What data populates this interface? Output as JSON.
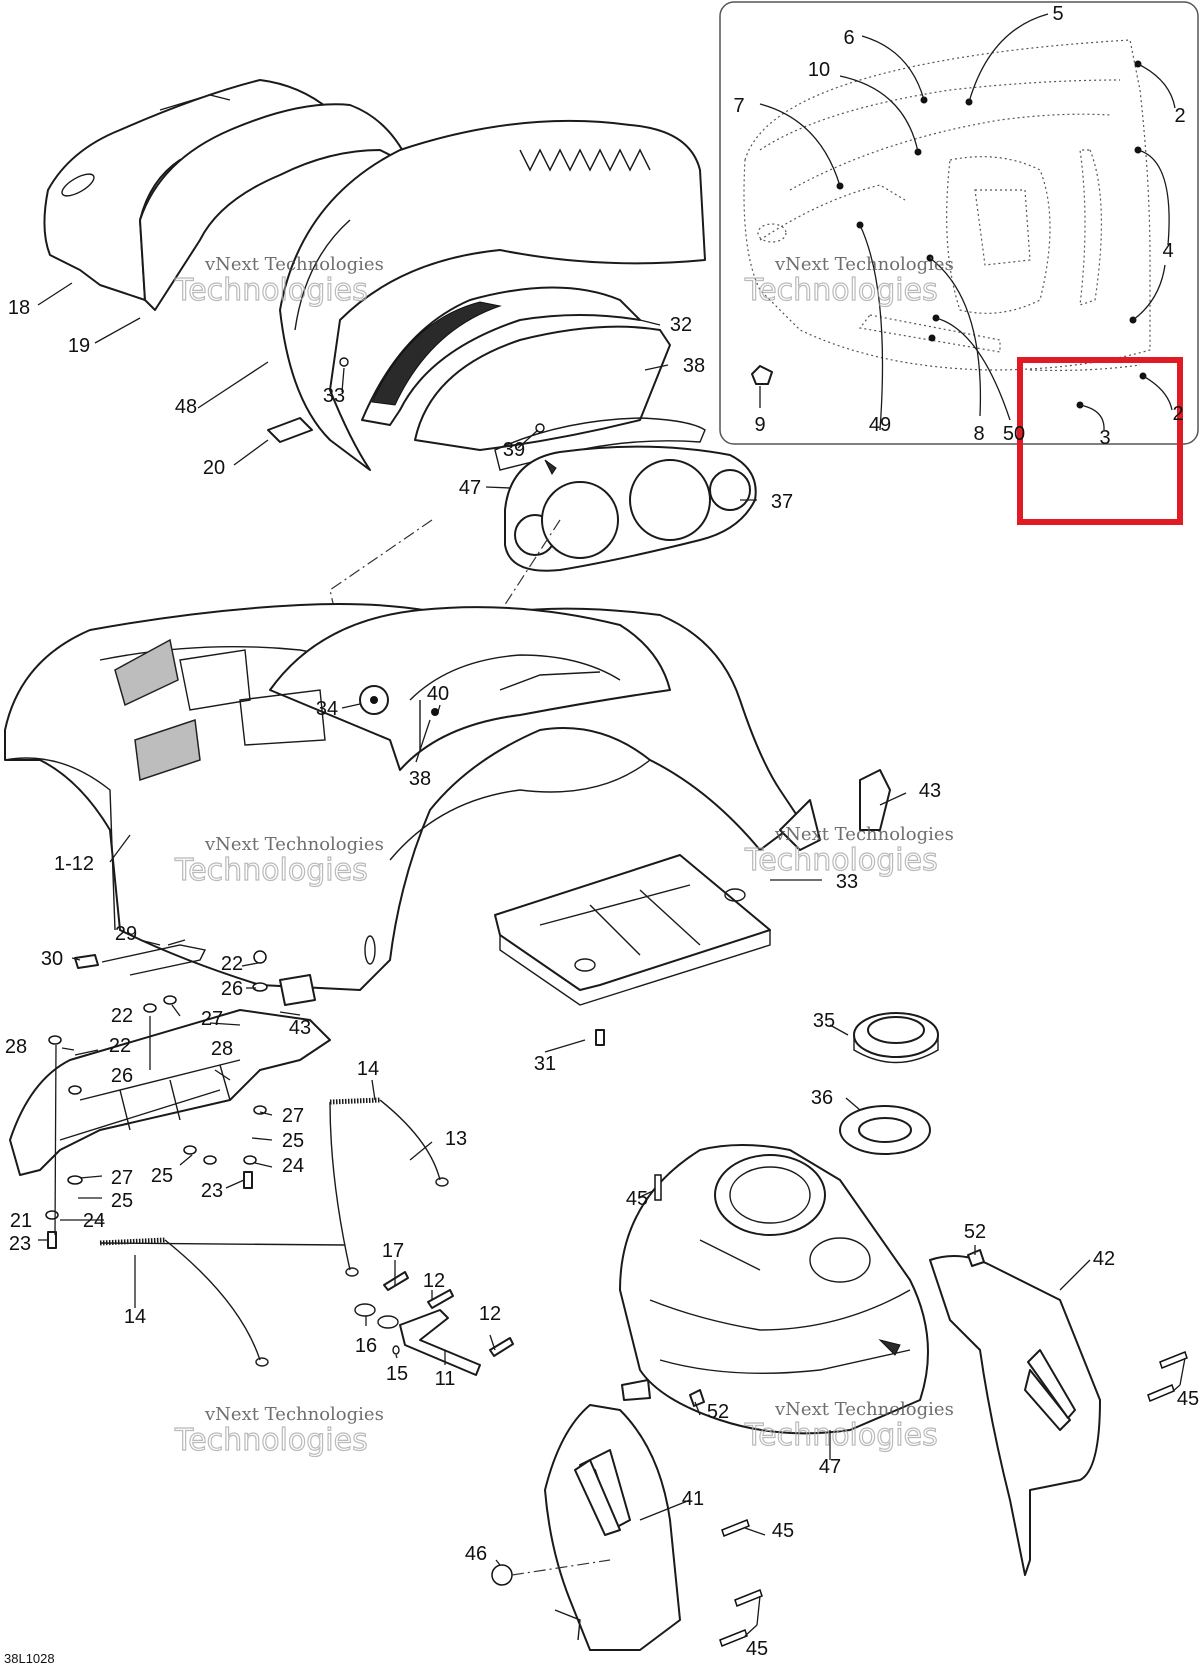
{
  "diagram": {
    "code": "38L1028",
    "watermark_line1": "vNext Technologies",
    "watermark_line2": "Technologies",
    "labels": [
      {
        "id": "l5",
        "text": "5"
      },
      {
        "id": "l6",
        "text": "6"
      },
      {
        "id": "l10",
        "text": "10"
      },
      {
        "id": "l7",
        "text": "7"
      },
      {
        "id": "l2a",
        "text": "2"
      },
      {
        "id": "l4",
        "text": "4"
      },
      {
        "id": "l9",
        "text": "9"
      },
      {
        "id": "l49",
        "text": "49"
      },
      {
        "id": "l8",
        "text": "8"
      },
      {
        "id": "l50",
        "text": "50"
      },
      {
        "id": "l3",
        "text": "3"
      },
      {
        "id": "l2b",
        "text": "2"
      },
      {
        "id": "l18",
        "text": "18"
      },
      {
        "id": "l19",
        "text": "19"
      },
      {
        "id": "l48",
        "text": "48"
      },
      {
        "id": "l33a",
        "text": "33"
      },
      {
        "id": "l20",
        "text": "20"
      },
      {
        "id": "l32",
        "text": "32"
      },
      {
        "id": "l38a",
        "text": "38"
      },
      {
        "id": "l39",
        "text": "39"
      },
      {
        "id": "l47a",
        "text": "47"
      },
      {
        "id": "l37",
        "text": "37"
      },
      {
        "id": "l34",
        "text": "34"
      },
      {
        "id": "l40",
        "text": "40"
      },
      {
        "id": "l38b",
        "text": "38"
      },
      {
        "id": "l1_12",
        "text": "1-12"
      },
      {
        "id": "l43a",
        "text": "43"
      },
      {
        "id": "l33b",
        "text": "33"
      },
      {
        "id": "l29",
        "text": "29"
      },
      {
        "id": "l30",
        "text": "30"
      },
      {
        "id": "l22a",
        "text": "22"
      },
      {
        "id": "l26a",
        "text": "26"
      },
      {
        "id": "l22b",
        "text": "22"
      },
      {
        "id": "l27a",
        "text": "27"
      },
      {
        "id": "l43b",
        "text": "43"
      },
      {
        "id": "l28a",
        "text": "28"
      },
      {
        "id": "l22c",
        "text": "22"
      },
      {
        "id": "l28b",
        "text": "28"
      },
      {
        "id": "l26b",
        "text": "26"
      },
      {
        "id": "l31",
        "text": "31"
      },
      {
        "id": "l14a",
        "text": "14"
      },
      {
        "id": "l27b",
        "text": "27"
      },
      {
        "id": "l25a",
        "text": "25"
      },
      {
        "id": "l13",
        "text": "13"
      },
      {
        "id": "l24a",
        "text": "24"
      },
      {
        "id": "l25b",
        "text": "25"
      },
      {
        "id": "l27c",
        "text": "27"
      },
      {
        "id": "l23a",
        "text": "23"
      },
      {
        "id": "l21",
        "text": "21"
      },
      {
        "id": "l25c",
        "text": "25"
      },
      {
        "id": "l24b",
        "text": "24"
      },
      {
        "id": "l23b",
        "text": "23"
      },
      {
        "id": "l35",
        "text": "35"
      },
      {
        "id": "l36",
        "text": "36"
      },
      {
        "id": "l45a",
        "text": "45"
      },
      {
        "id": "l17",
        "text": "17"
      },
      {
        "id": "l12a",
        "text": "12"
      },
      {
        "id": "l12b",
        "text": "12"
      },
      {
        "id": "l14b",
        "text": "14"
      },
      {
        "id": "l16",
        "text": "16"
      },
      {
        "id": "l15",
        "text": "15"
      },
      {
        "id": "l11",
        "text": "11"
      },
      {
        "id": "l52a",
        "text": "52"
      },
      {
        "id": "l42",
        "text": "42"
      },
      {
        "id": "l52b",
        "text": "52"
      },
      {
        "id": "l47b",
        "text": "47"
      },
      {
        "id": "l45b",
        "text": "45"
      },
      {
        "id": "l41",
        "text": "41"
      },
      {
        "id": "l45c",
        "text": "45"
      },
      {
        "id": "l46",
        "text": "46"
      },
      {
        "id": "l45d",
        "text": "45"
      }
    ]
  }
}
